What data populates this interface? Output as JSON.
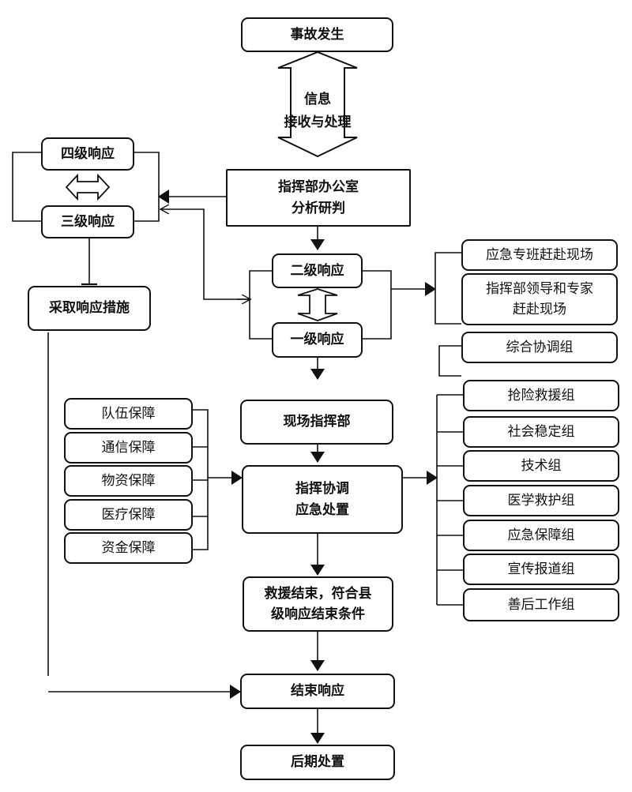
{
  "main_flow": {
    "accident": "事故发生",
    "info_line1": "信息",
    "info_line2": "接收与处理",
    "office_line1": "指挥部办公室",
    "office_line2": "分析研判",
    "level2": "二级响应",
    "level1": "一级响应",
    "field_command": "现场指挥部",
    "coord_line1": "指挥协调",
    "coord_line2": "应急处置",
    "rescue_end_line1": "救援结束，符合县",
    "rescue_end_line2": "级响应结束条件",
    "end_response": "结束响应",
    "aftermath": "后期处置"
  },
  "left_flow": {
    "level4": "四级响应",
    "level3": "三级响应",
    "measures": "采取响应措施"
  },
  "support": [
    "队伍保障",
    "通信保障",
    "物资保障",
    "医疗保障",
    "资金保障"
  ],
  "onsite": {
    "special_team": "应急专班赶赴现场",
    "leaders_line1": "指挥部领导和专家",
    "leaders_line2": "赶赴现场"
  },
  "coord_group": "综合协调组",
  "groups": [
    "抢险救援组",
    "社会稳定组",
    "技术组",
    "医学救护组",
    "应急保障组",
    "宣传报道组",
    "善后工作组"
  ]
}
